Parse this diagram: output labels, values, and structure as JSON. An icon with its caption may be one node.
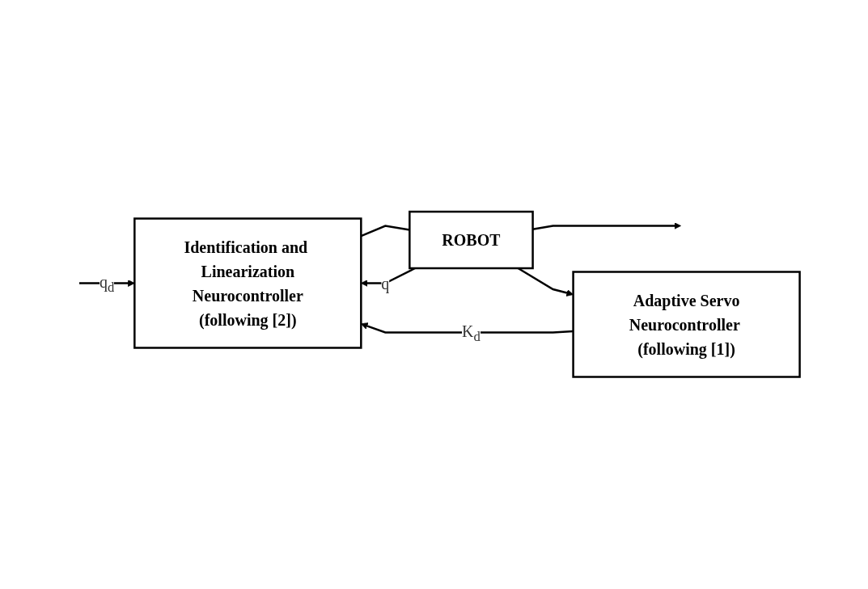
{
  "diagram": {
    "nodes": [
      {
        "text": [
          "Identification and Linearization",
          "Neurocontroller",
          "(following [2])"
        ]
      },
      {
        "text": [
          "ROBOT"
        ]
      },
      {
        "text": [
          "Adaptive Servo",
          "Neurocontroller (following [1])"
        ]
      }
    ],
    "edges": [
      {
        "from": null,
        "to": 0,
        "arrow": "to",
        "label": "q$_{d}$"
      },
      {
        "from": 0,
        "to": 1,
        "arrow": "none"
      },
      {
        "from": 1,
        "to": null,
        "arrow": "to"
      },
      {
        "from": 1,
        "to": 0,
        "arrow": "to",
        "label": "q"
      },
      {
        "from": 1,
        "to": 2,
        "arrow": "to"
      },
      {
        "from": 2,
        "to": 0,
        "arrow": "to",
        "label": "K$_{d}$"
      }
    ]
  }
}
